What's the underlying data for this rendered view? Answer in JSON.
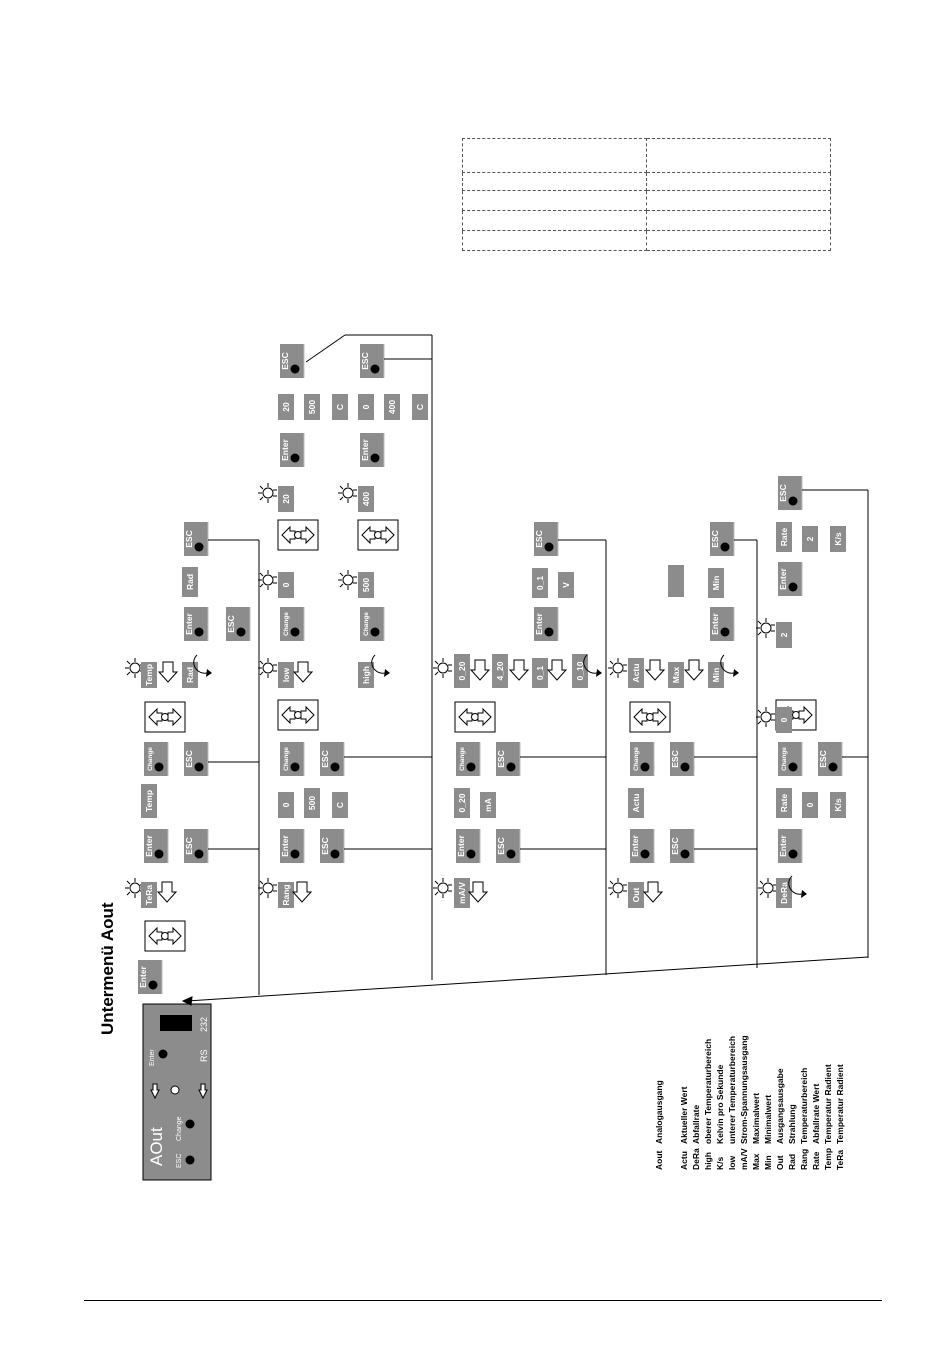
{
  "title": "Untermenü Aout",
  "device": {
    "display": "AOut",
    "labels": {
      "esc": "ESC",
      "change": "Change",
      "enter": "Enter",
      "rs": "RS",
      "port": "232"
    }
  },
  "keys": {
    "enter": "Enter",
    "change": "Change",
    "esc": "ESC"
  },
  "rows": [
    {
      "sym": "TeRa",
      "values": [
        "Temp"
      ],
      "options": [
        "Temp",
        "Rad"
      ],
      "sub": {
        "values": [
          "Rad"
        ]
      }
    },
    {
      "sym": "Rang",
      "values": [
        "0",
        "500",
        "C"
      ],
      "options": [
        "low",
        "high"
      ],
      "sub_low": {
        "lamp": "0",
        "lamp2": "20",
        "values": [
          "20",
          "500",
          "C"
        ]
      },
      "sub_high": {
        "lamp": "500",
        "lamp2": "400",
        "values": [
          "0",
          "400",
          "C"
        ]
      }
    },
    {
      "sym": "mA/V",
      "values": [
        "0_20",
        "mA"
      ],
      "options": [
        "0_20",
        "4_20",
        "0_1",
        "0_10"
      ],
      "sub": {
        "values": [
          "0_1",
          "V"
        ]
      }
    },
    {
      "sym": "Out",
      "values": [
        "Actu"
      ],
      "options": [
        "Actu",
        "Max",
        "Min"
      ],
      "sub": {
        "values": [
          "Min"
        ]
      }
    },
    {
      "sym": "DeRa",
      "values": [
        "Rate",
        "0",
        "K/s"
      ],
      "lamp": "0",
      "lamp2": "2",
      "sub": {
        "values": [
          "Rate",
          "2",
          "K/s"
        ]
      }
    }
  ],
  "legend": [
    {
      "abbr": "Aout",
      "text": "Analogausgang"
    },
    {
      "abbr": "Actu",
      "text": "Aktueller Wert"
    },
    {
      "abbr": "DeRa",
      "text": "Abfallrate"
    },
    {
      "abbr": "high",
      "text": "oberer Temperaturbereich"
    },
    {
      "abbr": "K/s",
      "text": "Kelvin pro Sekunde"
    },
    {
      "abbr": "low",
      "text": "unterer Temperaturbereich"
    },
    {
      "abbr": "mA/V",
      "text": "Strom-Spannungsausgang"
    },
    {
      "abbr": "Max",
      "text": "Maximalwert"
    },
    {
      "abbr": "Min",
      "text": "Minimalwert"
    },
    {
      "abbr": "Out",
      "text": "Ausgangsausgabe"
    },
    {
      "abbr": "Rad",
      "text": "Strahlung"
    },
    {
      "abbr": "Rang",
      "text": "Temperaturbereich"
    },
    {
      "abbr": "Rate",
      "text": "Abfallrate Wert"
    },
    {
      "abbr": "Temp",
      "text": "Temperatur Radient"
    },
    {
      "abbr": "TeRa",
      "text": "Temperatur Radient"
    }
  ]
}
